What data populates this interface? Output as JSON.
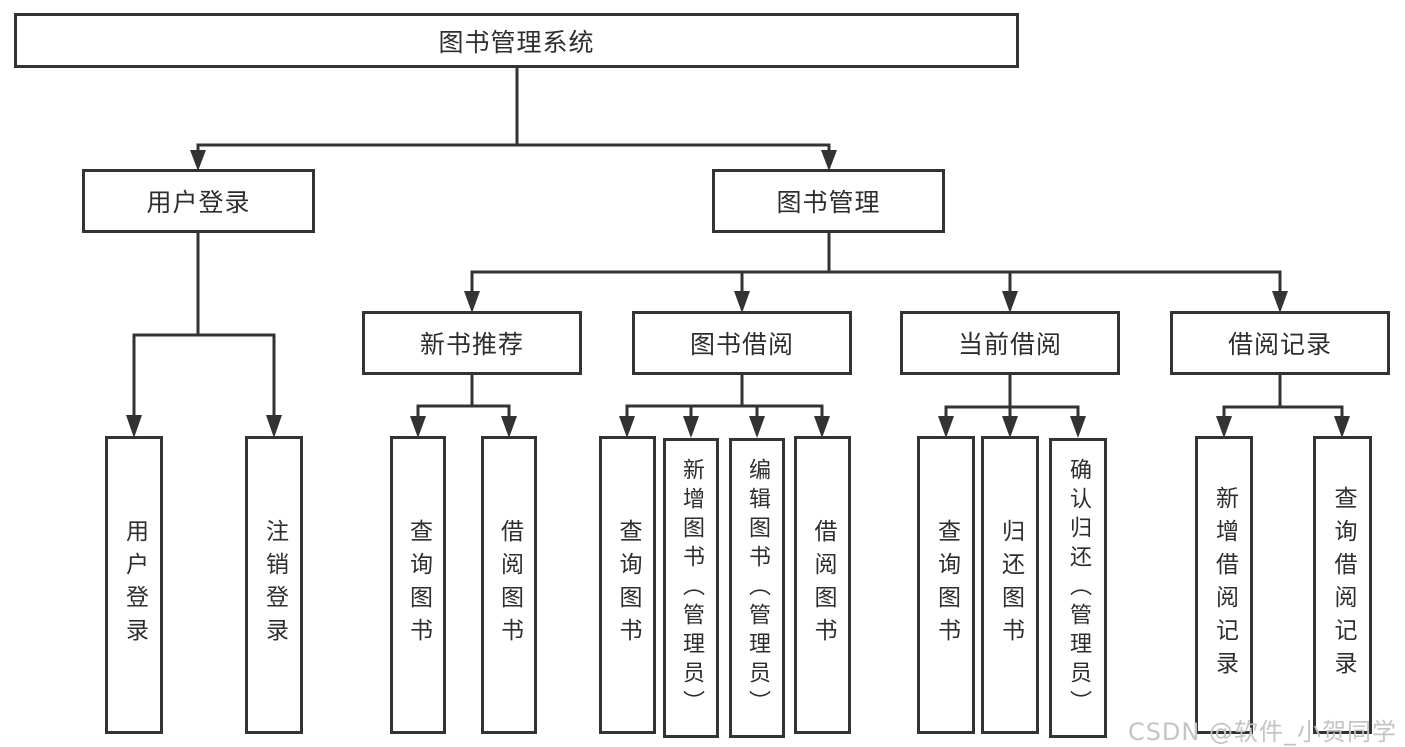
{
  "diagram": {
    "root": {
      "label": "图书管理系统",
      "children": [
        {
          "label": "用户登录",
          "children": [
            {
              "label": "用户登录"
            },
            {
              "label": "注销登录"
            }
          ]
        },
        {
          "label": "图书管理",
          "children": [
            {
              "label": "新书推荐",
              "children": [
                {
                  "label": "查询图书"
                },
                {
                  "label": "借阅图书"
                }
              ]
            },
            {
              "label": "图书借阅",
              "children": [
                {
                  "label": "查询图书"
                },
                {
                  "label": "新增图书（管理员）"
                },
                {
                  "label": "编辑图书（管理员）"
                },
                {
                  "label": "借阅图书"
                }
              ]
            },
            {
              "label": "当前借阅",
              "children": [
                {
                  "label": "查询图书"
                },
                {
                  "label": "归还图书"
                },
                {
                  "label": "确认归还（管理员）"
                }
              ]
            },
            {
              "label": "借阅记录",
              "children": [
                {
                  "label": "新增借阅记录"
                },
                {
                  "label": "查询借阅记录"
                }
              ]
            }
          ]
        }
      ]
    }
  },
  "watermark": {
    "text": "CSDN @软件_小贺同学"
  },
  "colors": {
    "line": "#333333",
    "box_background": "#ffffff",
    "text": "#2e2e2e",
    "watermark": "#c4c4c4",
    "page_background": "#ffffff"
  }
}
